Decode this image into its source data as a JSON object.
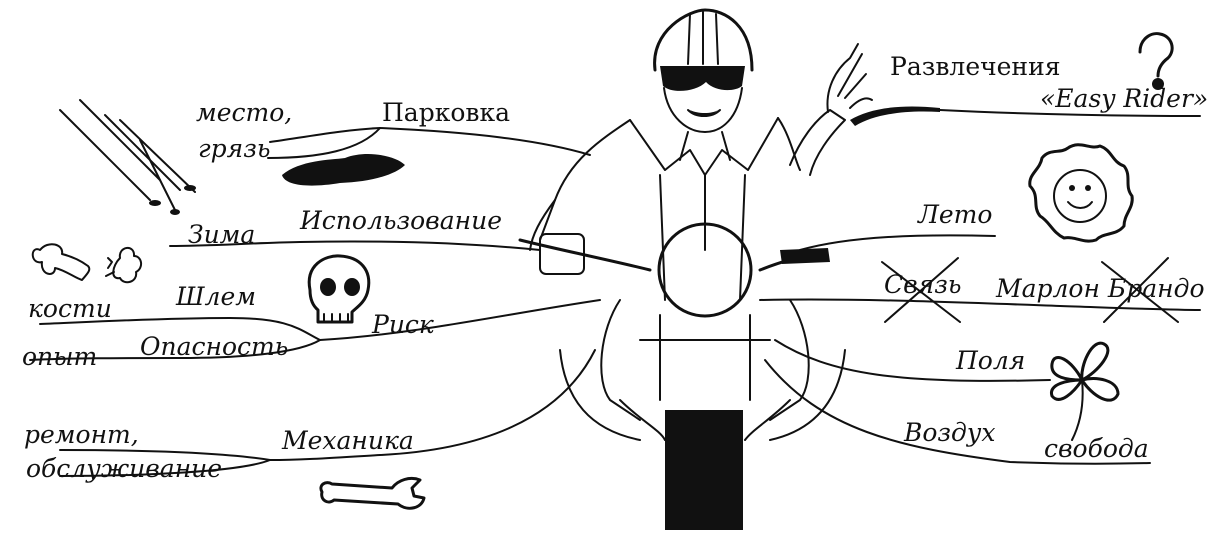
{
  "labels": {
    "place": "место,",
    "dirt": "грязь",
    "parking": "Парковка",
    "winter": "Зима",
    "usage": "Использование",
    "bones": "кости",
    "helmet": "Шлем",
    "risk": "Риск",
    "experience": "опыт",
    "danger": "Опасность",
    "repair": "ремонт,",
    "service": "обслуживание",
    "mechanics": "Механика",
    "entertainment": "Развлечения",
    "easy_rider": "«Easy Rider»",
    "summer": "Лето",
    "connection": "Связь",
    "marlon_brando": "Марлон Брандо",
    "fields": "Поля",
    "air": "Воздух",
    "freedom": "свобода"
  }
}
